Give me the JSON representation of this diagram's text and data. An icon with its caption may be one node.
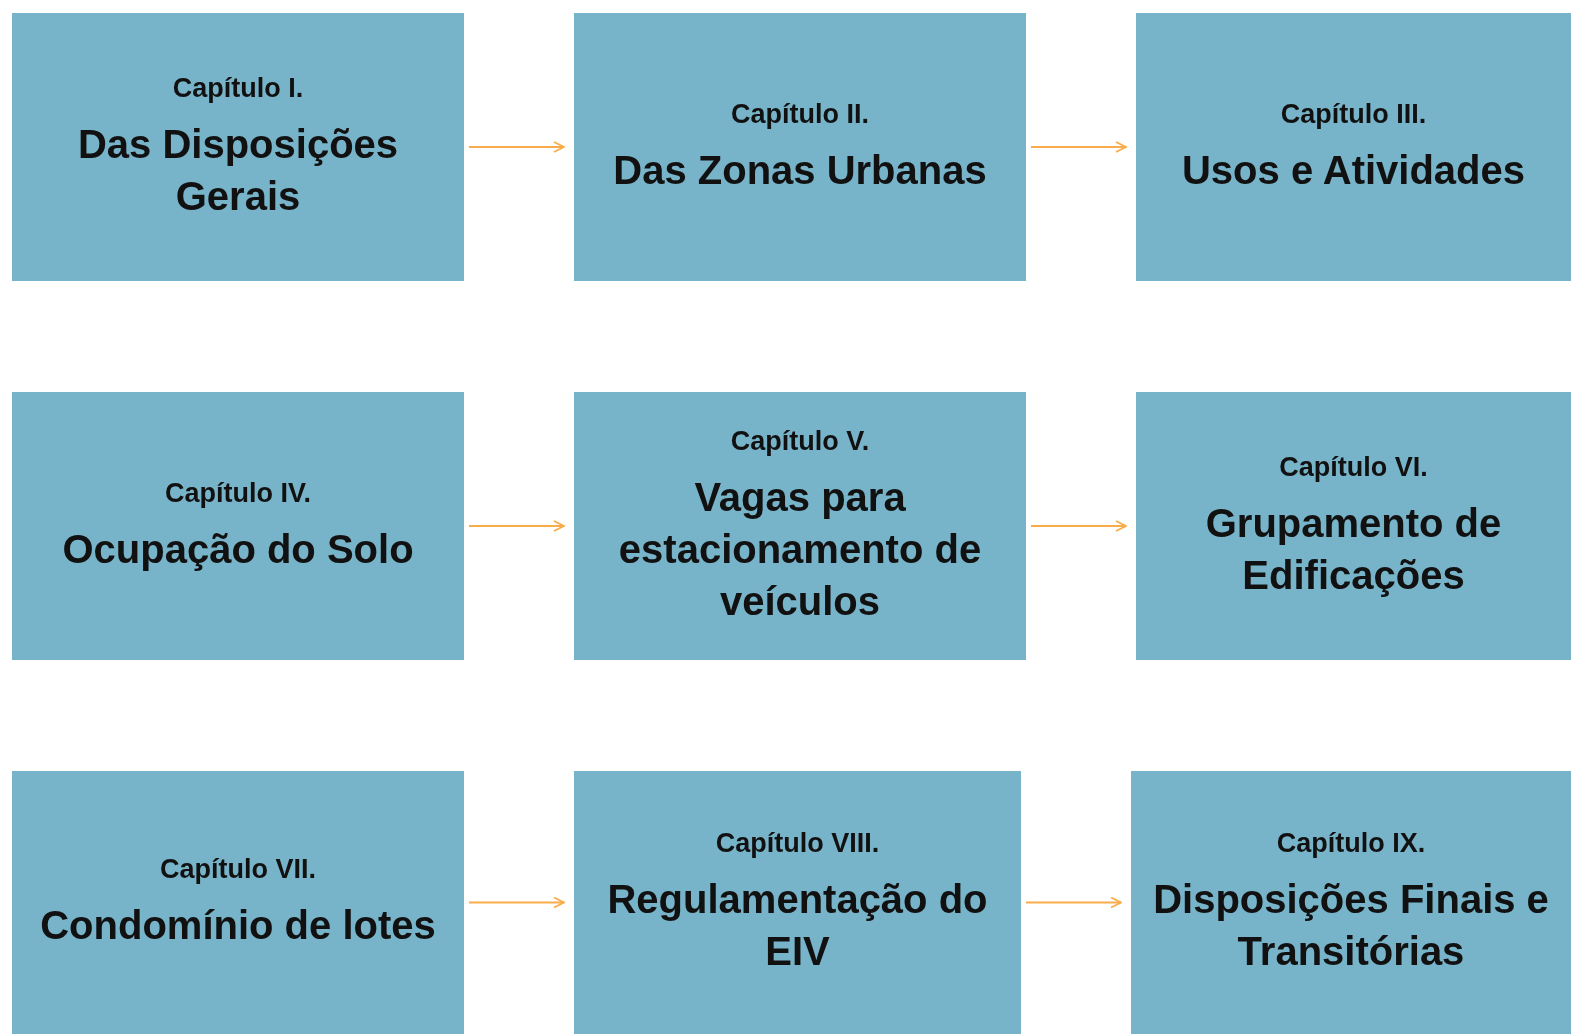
{
  "diagram": {
    "nodes": [
      {
        "text": [
          "Capítulo I.",
          "Das Disposições Gerais"
        ]
      },
      {
        "text": [
          "Capítulo II.",
          "Das Zonas Urbanas"
        ]
      },
      {
        "text": [
          "Capítulo III.",
          "Usos e Atividades"
        ]
      },
      {
        "text": [
          "Capítulo IV.",
          "Ocupação do Solo"
        ]
      },
      {
        "text": [
          "Capítulo V.",
          "Vagas para estacionamento de veículos"
        ]
      },
      {
        "text": [
          "Capítulo VI.",
          "Grupamento de Edificações"
        ]
      },
      {
        "text": [
          "Capítulo VII.",
          "Condomínio de lotes"
        ]
      },
      {
        "text": [
          "Capítulo VIII.",
          "Regulamentação do EIV"
        ]
      },
      {
        "text": [
          "Capítulo IX.",
          "Disposições Finais e Transitórias"
        ]
      }
    ],
    "edges": [
      {
        "from": 0,
        "to": 1,
        "arrow": "to"
      },
      {
        "from": 1,
        "to": 2,
        "arrow": "to"
      },
      {
        "from": 3,
        "to": 4,
        "arrow": "to"
      },
      {
        "from": 4,
        "to": 5,
        "arrow": "to"
      },
      {
        "from": 6,
        "to": 7,
        "arrow": "to"
      },
      {
        "from": 7,
        "to": 8,
        "arrow": "to"
      }
    ]
  }
}
